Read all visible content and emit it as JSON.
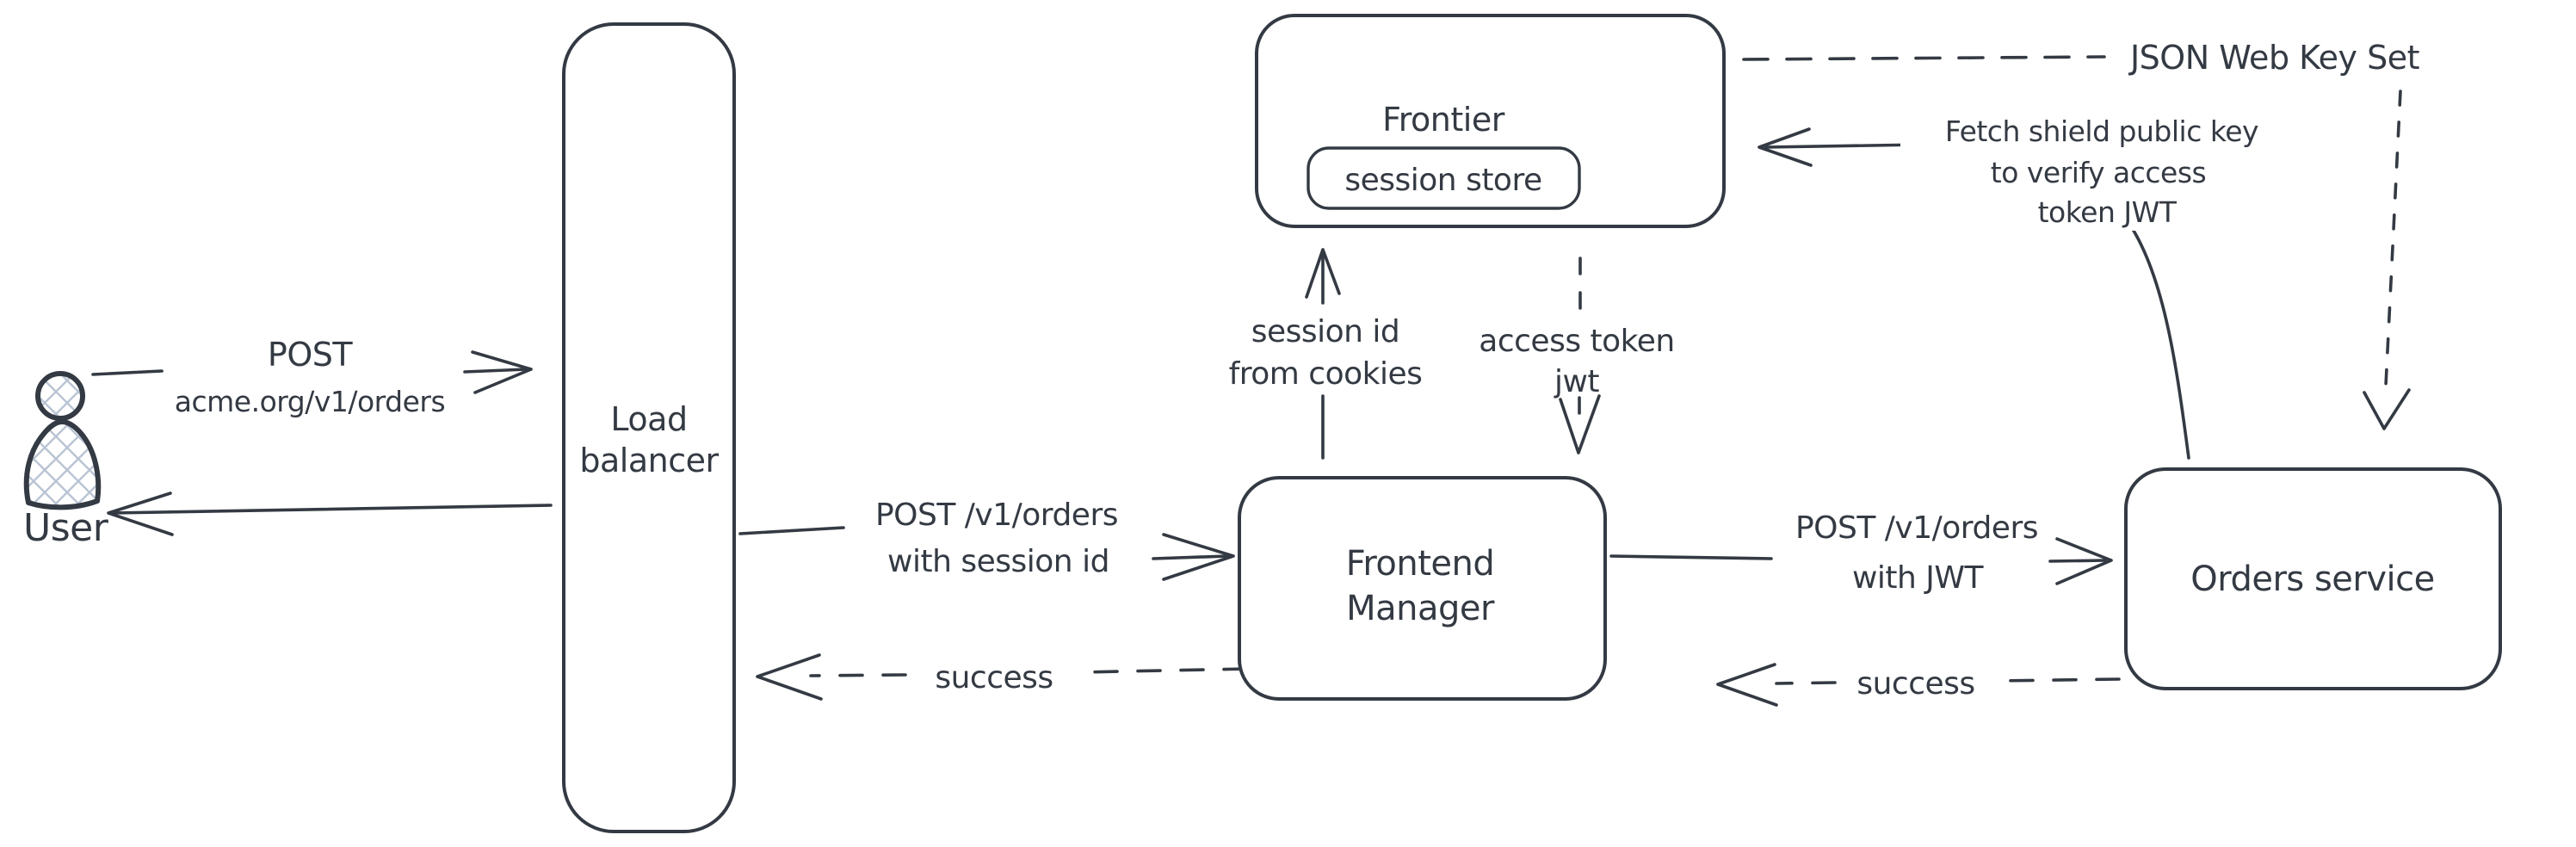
{
  "colors": {
    "stroke": "#343a43",
    "text": "#343a43",
    "hatch": "#b9c4d4",
    "background": "#ffffff"
  },
  "nodes": {
    "user": {
      "label": "User"
    },
    "load_balancer": {
      "line1": "Load",
      "line2": "balancer"
    },
    "frontier": {
      "title": "Frontier",
      "session_store": "session store"
    },
    "frontend_manager": {
      "line1": "Frontend",
      "line2": "Manager"
    },
    "orders_service": {
      "label": "Orders service"
    },
    "jwks": {
      "label": "JSON Web Key Set"
    }
  },
  "edges": {
    "user_to_lb": {
      "line1": "POST",
      "line2": "acme.org/v1/orders"
    },
    "lb_to_fm": {
      "line1": "POST /v1/orders",
      "line2": "with session id"
    },
    "fm_to_lb": {
      "label": "success"
    },
    "fm_to_frontier": {
      "line1": "session id",
      "line2": "from cookies"
    },
    "frontier_to_fm": {
      "line1": "access token",
      "line2": "jwt"
    },
    "fm_to_orders": {
      "line1": "POST /v1/orders",
      "line2": "with JWT"
    },
    "orders_to_fm": {
      "label": "success"
    },
    "orders_to_frontier": {
      "line1": "Fetch shield public key",
      "line2": "to verify access",
      "line3": "token JWT"
    }
  }
}
